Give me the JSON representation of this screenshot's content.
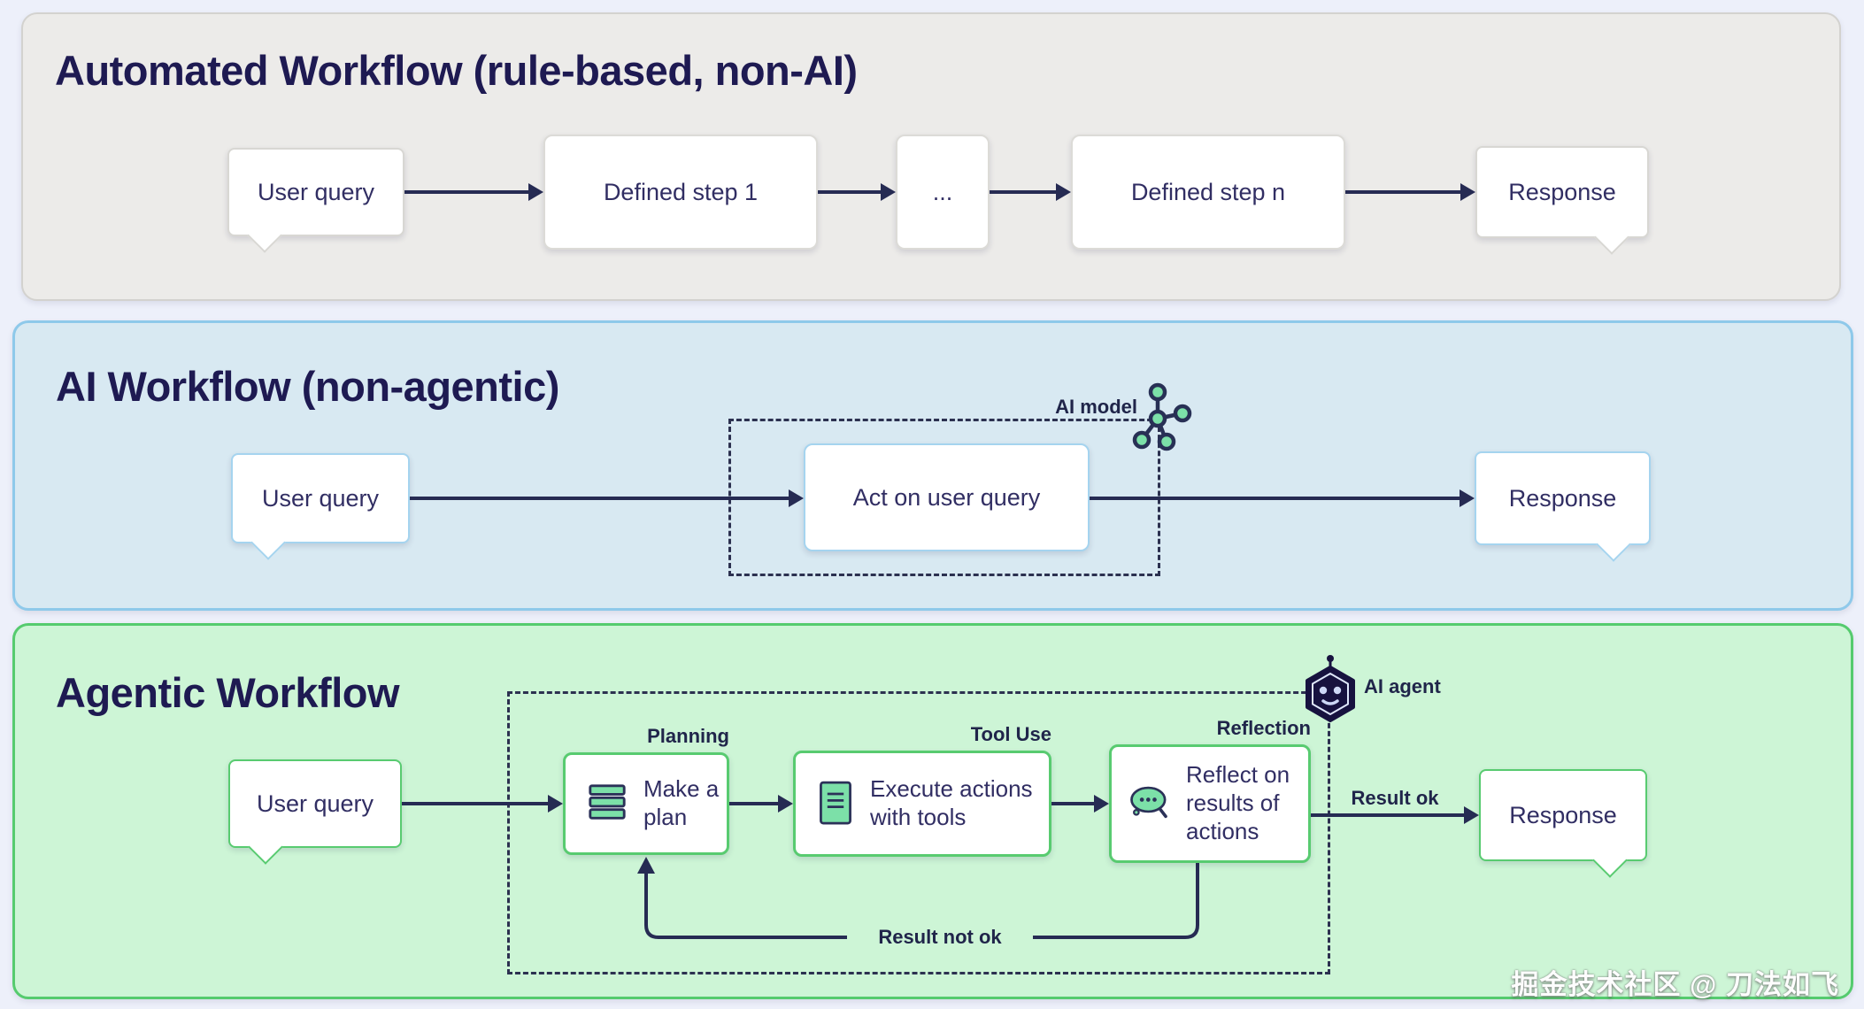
{
  "panels": {
    "automated": {
      "title": "Automated Workflow (rule-based, non-AI)",
      "user_query": "User query",
      "step1": "Defined step 1",
      "ellipsis": "...",
      "step_n": "Defined step n",
      "response": "Response"
    },
    "ai": {
      "title": "AI Workflow (non-agentic)",
      "user_query": "User query",
      "act": "Act on user query",
      "model_label": "AI model",
      "response": "Response"
    },
    "agentic": {
      "title": "Agentic Workflow",
      "user_query": "User query",
      "plan": "Make a plan",
      "execute": "Execute actions with tools",
      "reflect": "Reflect on results of actions",
      "response": "Response",
      "planning_label": "Planning",
      "tool_use_label": "Tool Use",
      "reflection_label": "Reflection",
      "agent_label": "AI agent",
      "result_ok_label": "Result ok",
      "result_not_ok_label": "Result not ok"
    }
  },
  "watermark": "掘金技术社区 @ 刀法如飞",
  "colors": {
    "navy": "#262b53",
    "teal_icon": "#7ce0a8",
    "panel_gray_bg": "#ecebe9",
    "panel_blue_bg": "#d8e9f2",
    "panel_green_bg": "#cdf5d6",
    "border_gray": "#d3d2cf",
    "border_blue": "#8ec9ea",
    "border_green": "#55cb6e",
    "agent_hex": "#17123f"
  }
}
